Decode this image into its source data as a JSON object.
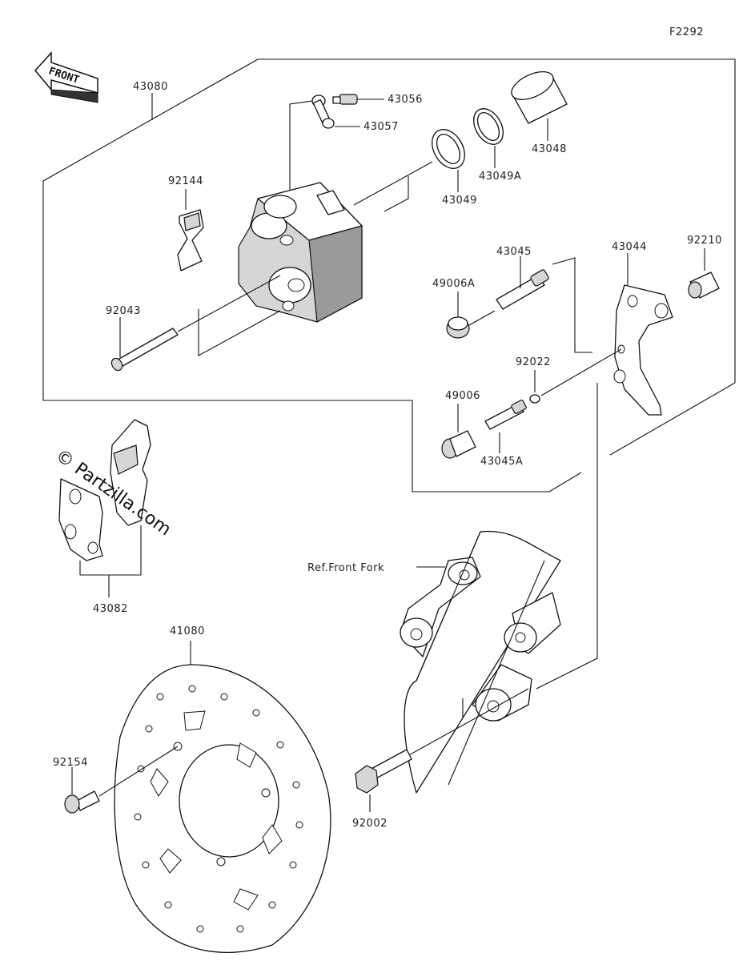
{
  "diagram": {
    "figure_code": "F2292",
    "front_label": "FRONT",
    "watermark": "© Partzilla.com",
    "reference_label": "Ref.Front Fork",
    "parts": {
      "p43080": "43080",
      "p43056": "43056",
      "p43057": "43057",
      "p43048": "43048",
      "p43049a": "43049A",
      "p43049": "43049",
      "p92144": "92144",
      "p43045": "43045",
      "p43044": "43044",
      "p92210": "92210",
      "p49006a": "49006A",
      "p92043": "92043",
      "p92022": "92022",
      "p49006": "49006",
      "p43045a": "43045A",
      "p43082": "43082",
      "p41080": "41080",
      "p92154": "92154",
      "p92002": "92002"
    }
  }
}
